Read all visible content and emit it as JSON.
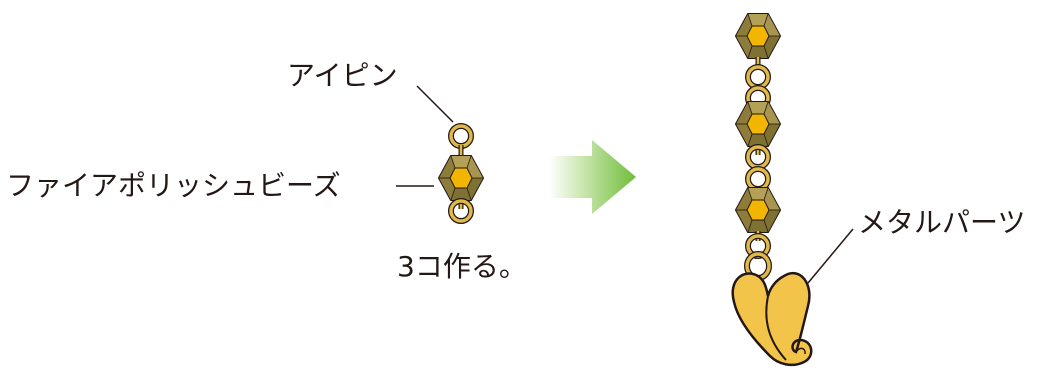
{
  "labels": {
    "headpin": "アイピン",
    "bead": "ファイアポリッシュビーズ",
    "instruction": "3コ作る。",
    "metal_part": "メタルパーツ"
  },
  "colors": {
    "ink": "#231815",
    "gold": "#c9a230",
    "bead_body": "#9b8a43",
    "bead_center": "#f2b600",
    "arrow_green": "#7cc243",
    "charm": "#f2c54a"
  },
  "icons": [
    "arrow-right-icon",
    "bead-icon",
    "eye-pin-icon",
    "heart-charm-icon"
  ]
}
